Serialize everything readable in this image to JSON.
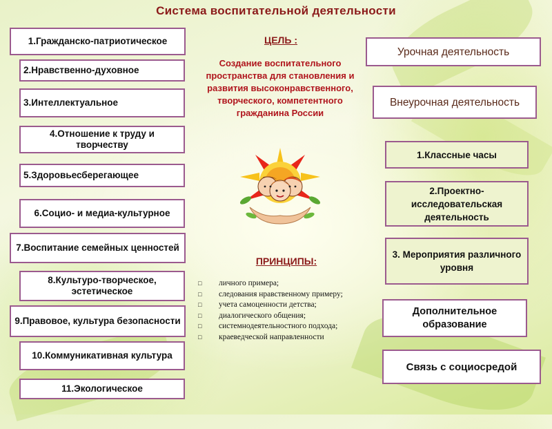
{
  "title": "Система  воспитательной  деятельности",
  "directions": [
    "1.Гражданско-патриотическое",
    "2.Нравственно-духовное",
    "3.Интеллектуальное",
    "4.Отношение к труду и творчеству",
    "5.Здоровьесберегающее",
    "6.Социо- и медиа-культурное",
    "7.Воспитание семейных ценностей",
    "8.Культуро-творческое, эстетическое",
    "9.Правовое, культура безопасности",
    "10.Коммуникативная культура",
    "11.Экологическое"
  ],
  "goal": {
    "heading": "ЦЕЛЬ :",
    "text": "Создание воспитательного пространства для становления и развития высоконравственного, творческого, компетентного гражданина России"
  },
  "principles": {
    "heading": "ПРИНЦИПЫ:",
    "items": [
      "личного  примера;",
      "следования нравственному примеру;",
      " учета самоценности детства;",
      " диалогического общения;",
      " системнодеятельностного подхода;",
      "краеведческой направленности"
    ]
  },
  "activities": {
    "lesson": "Урочная деятельность",
    "extracurricular": "Внеурочная деятельность",
    "class_hours": "1.Классные часы",
    "projects": "2.Проектно-исследовательская деятельность",
    "events": "3. Мероприятия различного уровня",
    "additional": "Дополнительное образование",
    "social": "Связь с  социосредой"
  },
  "colors": {
    "title": "#8b1a1a",
    "goal_text": "#b0151d",
    "box_border": "#9b5a8e",
    "box_fill": "#ffffff",
    "green_fill": "#eef3cf"
  }
}
